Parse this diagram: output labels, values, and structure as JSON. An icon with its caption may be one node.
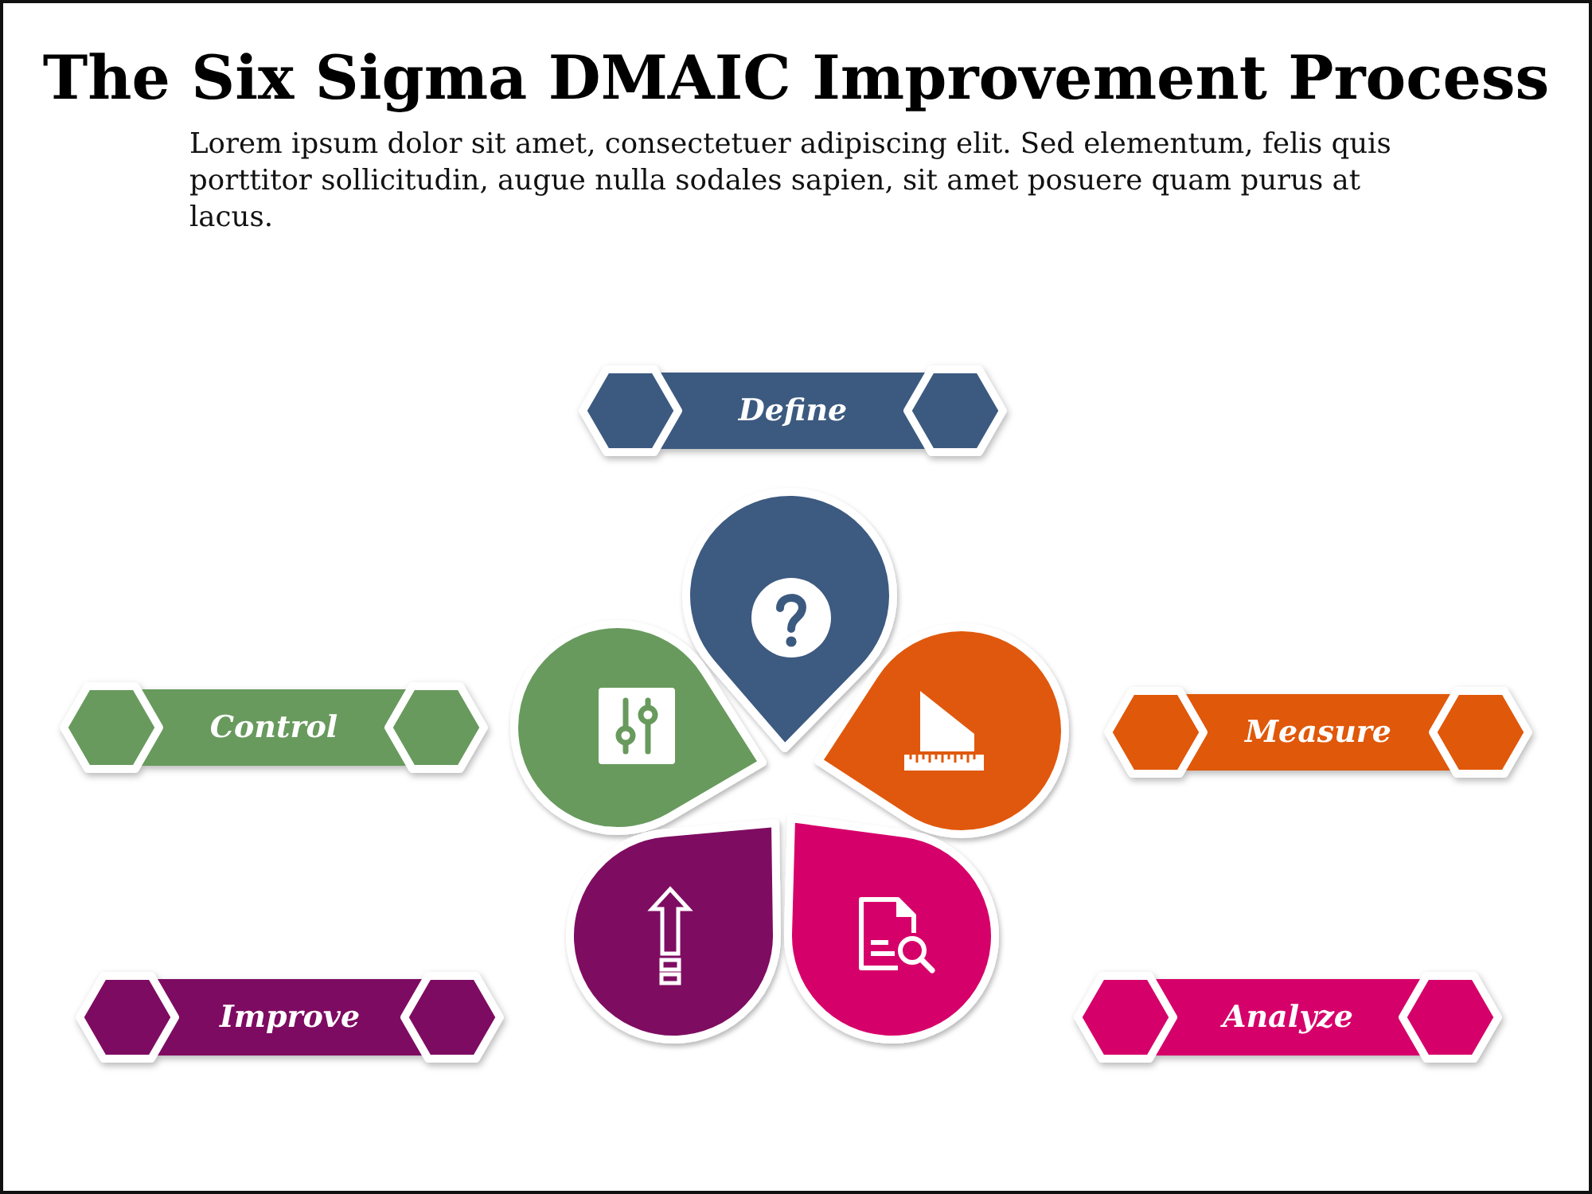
{
  "diagram": {
    "title": "The Six Sigma DMAIC Improvement Process",
    "nodes": [
      {
        "text": [
          "Define"
        ]
      },
      {
        "text": [
          "Control"
        ]
      },
      {
        "text": [
          "Measure"
        ]
      },
      {
        "text": [
          "Improve"
        ]
      },
      {
        "text": [
          "Analyze"
        ]
      }
    ],
    "labels": [
      "Lorem ipsum dolor sit amet, consectetuer adipiscing elit. Sed elementum, felis quis porttitor sollicitudin, augue nulla sodales sapien, sit amet posuere quam purus at lacus."
    ]
  }
}
